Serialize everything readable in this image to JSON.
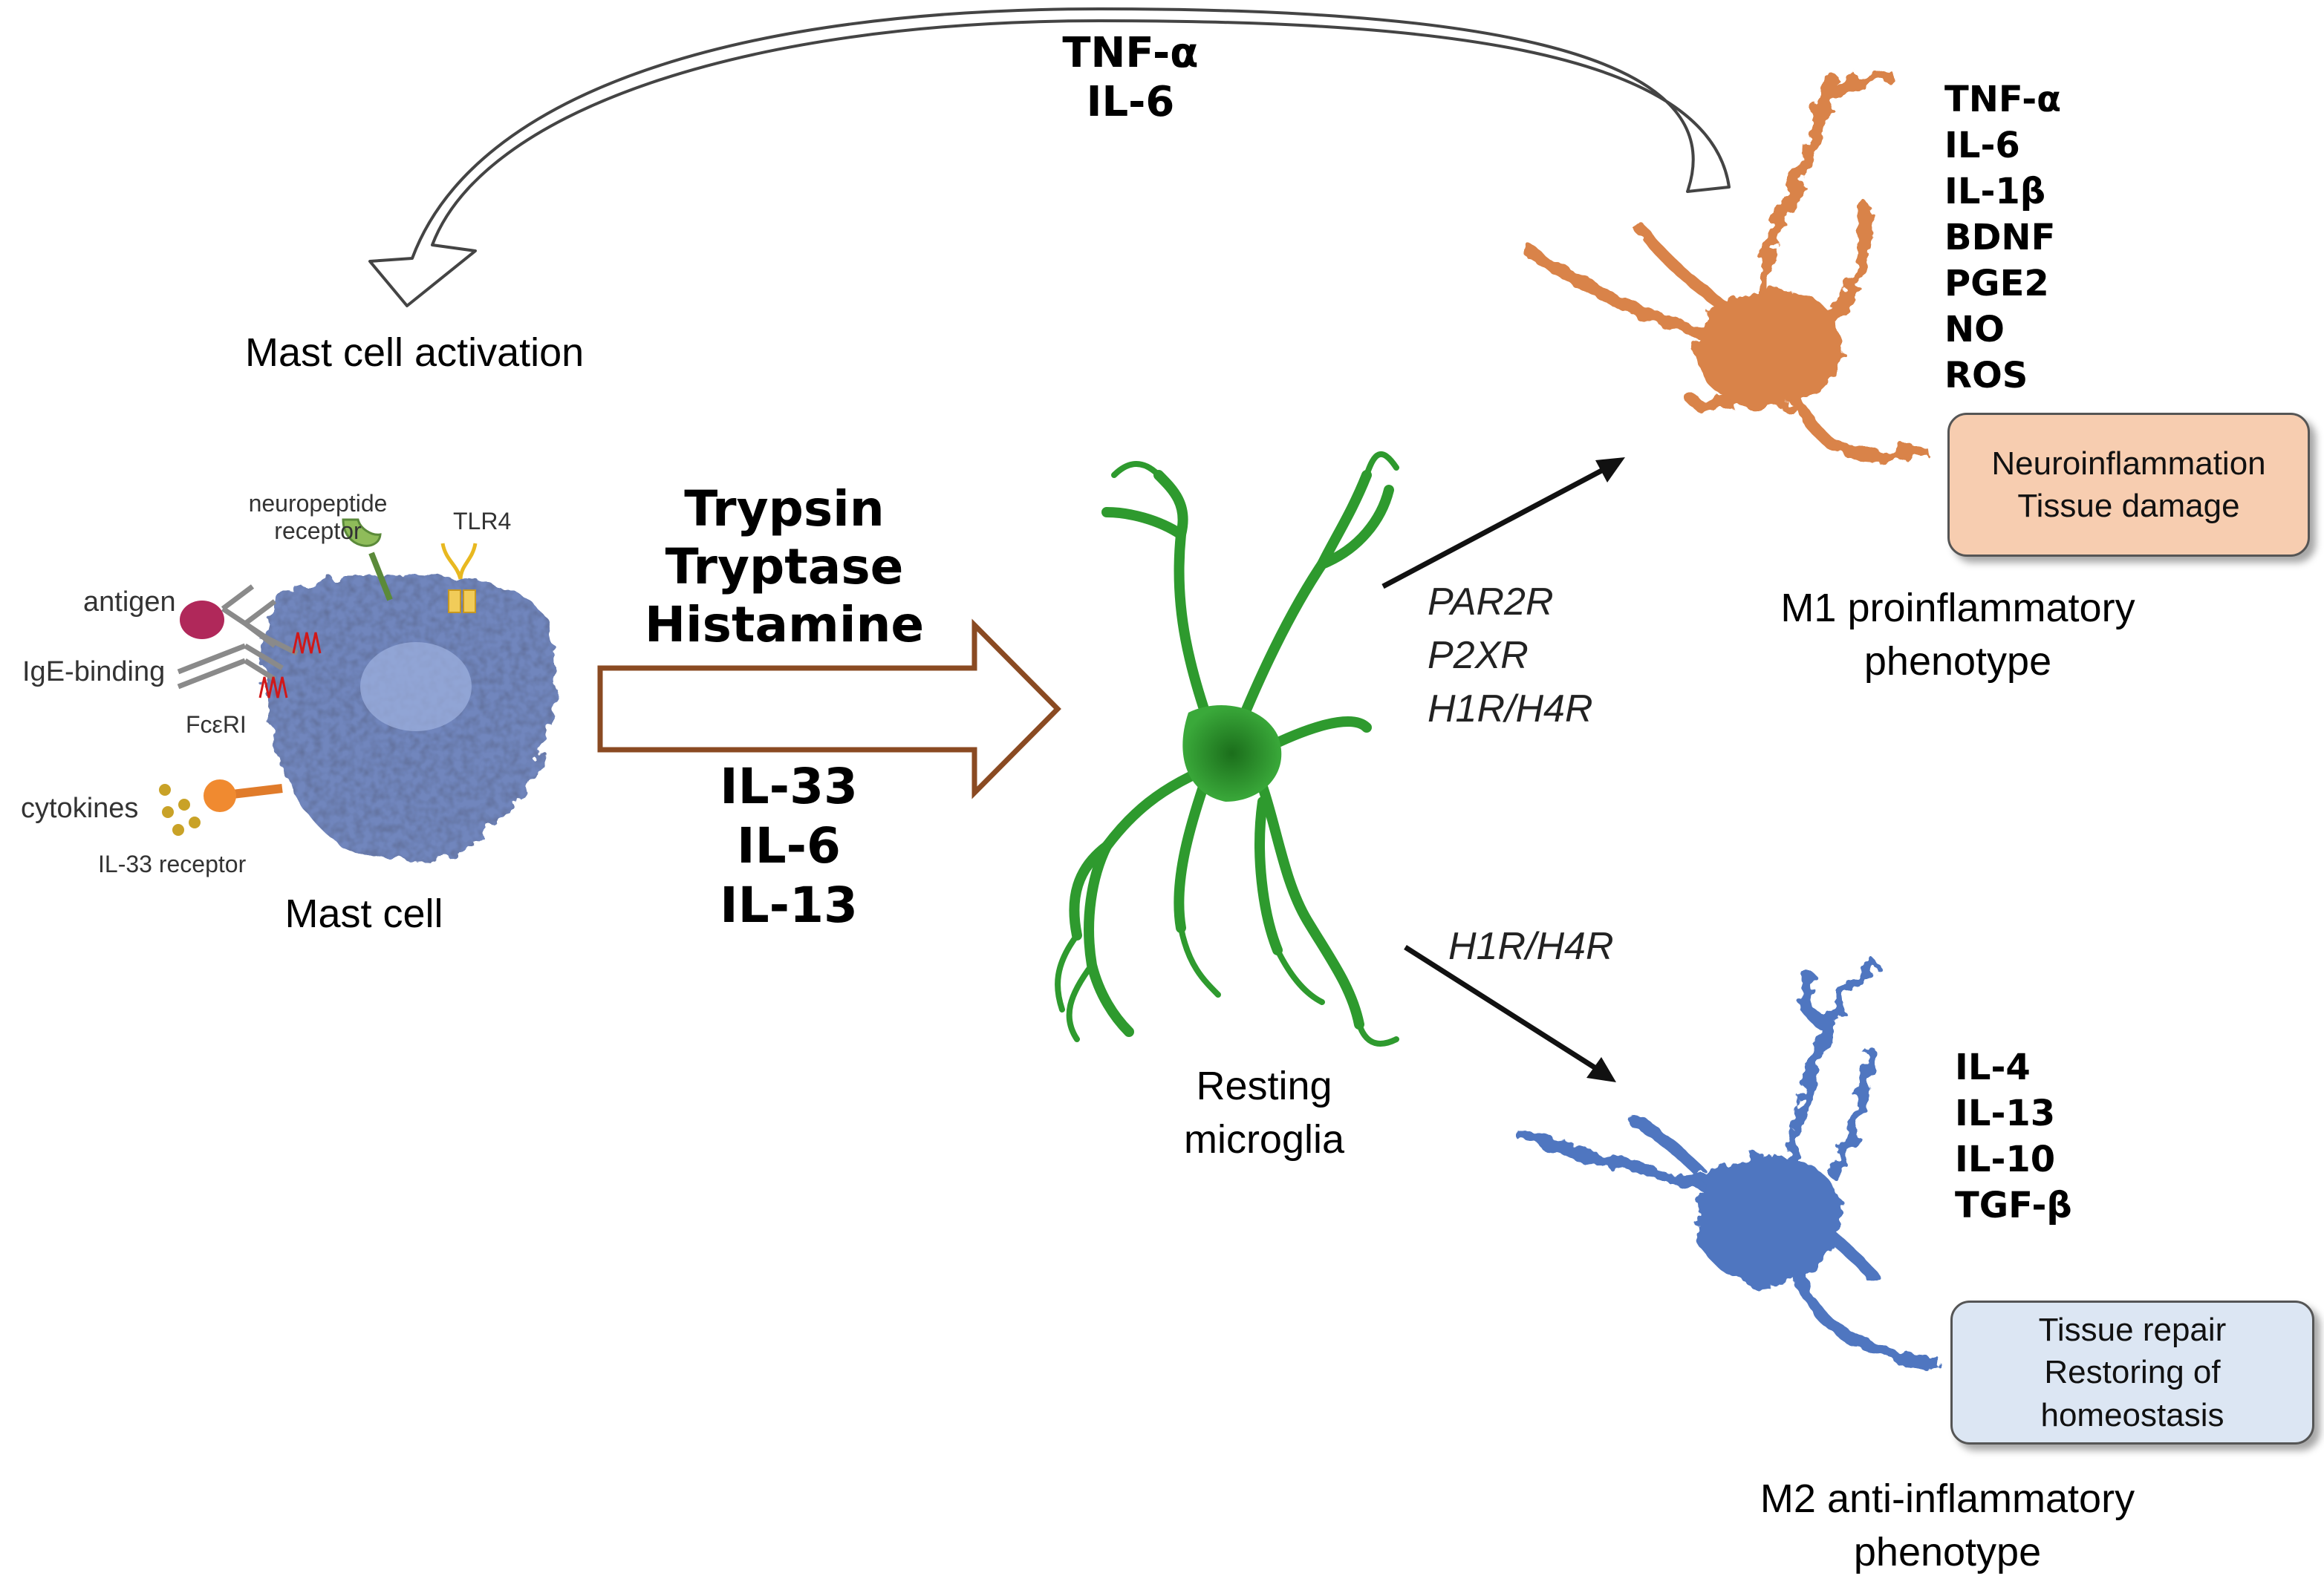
{
  "feedback": {
    "label_line1": "TNF-α",
    "label_line2": "IL-6",
    "target_label": "Mast cell activation"
  },
  "mast_cell": {
    "label": "Mast cell",
    "parts": {
      "neuropeptide_receptor": "neuropeptide\nreceptor",
      "tlr4": "TLR4",
      "antigen": "antigen",
      "ige_binding": "IgE-binding",
      "fceri": "FcεRI",
      "cytokines": "cytokines",
      "il33_receptor": "IL-33 receptor"
    }
  },
  "mediators": {
    "top": [
      "Trypsin",
      "Tryptase",
      "Histamine"
    ],
    "bottom": [
      "IL-33",
      "IL-6",
      "IL-13"
    ]
  },
  "microglia": {
    "label_line1": "Resting",
    "label_line2": "microglia",
    "receptors_m1": [
      "PAR2R",
      "P2XR",
      "H1R/H4R"
    ],
    "receptors_m2": [
      "H1R/H4R"
    ]
  },
  "m1": {
    "cytokines": [
      "TNF-α",
      "IL-6",
      "IL-1β",
      "BDNF",
      "PGE2",
      "NO",
      "ROS"
    ],
    "effects": [
      "Neuroinflammation",
      "Tissue damage"
    ],
    "label_line1": "M1 proinflammatory",
    "label_line2": "phenotype",
    "cell_color": "#d9834a",
    "box_color": "#f7cdb0"
  },
  "m2": {
    "cytokines": [
      "IL-4",
      "IL-13",
      "IL-10",
      "TGF-β"
    ],
    "effects": [
      "Tissue repair",
      "Restoring of",
      "homeostasis"
    ],
    "label_line1": "M2 anti-inflammatory",
    "label_line2": "phenotype",
    "cell_color": "#4f76c0",
    "box_color": "#dce6f3"
  },
  "colors": {
    "microglia": "#2e9a2e",
    "mast_cell": "#6d82b8",
    "block_arrow_outline": "#8a4a22"
  }
}
